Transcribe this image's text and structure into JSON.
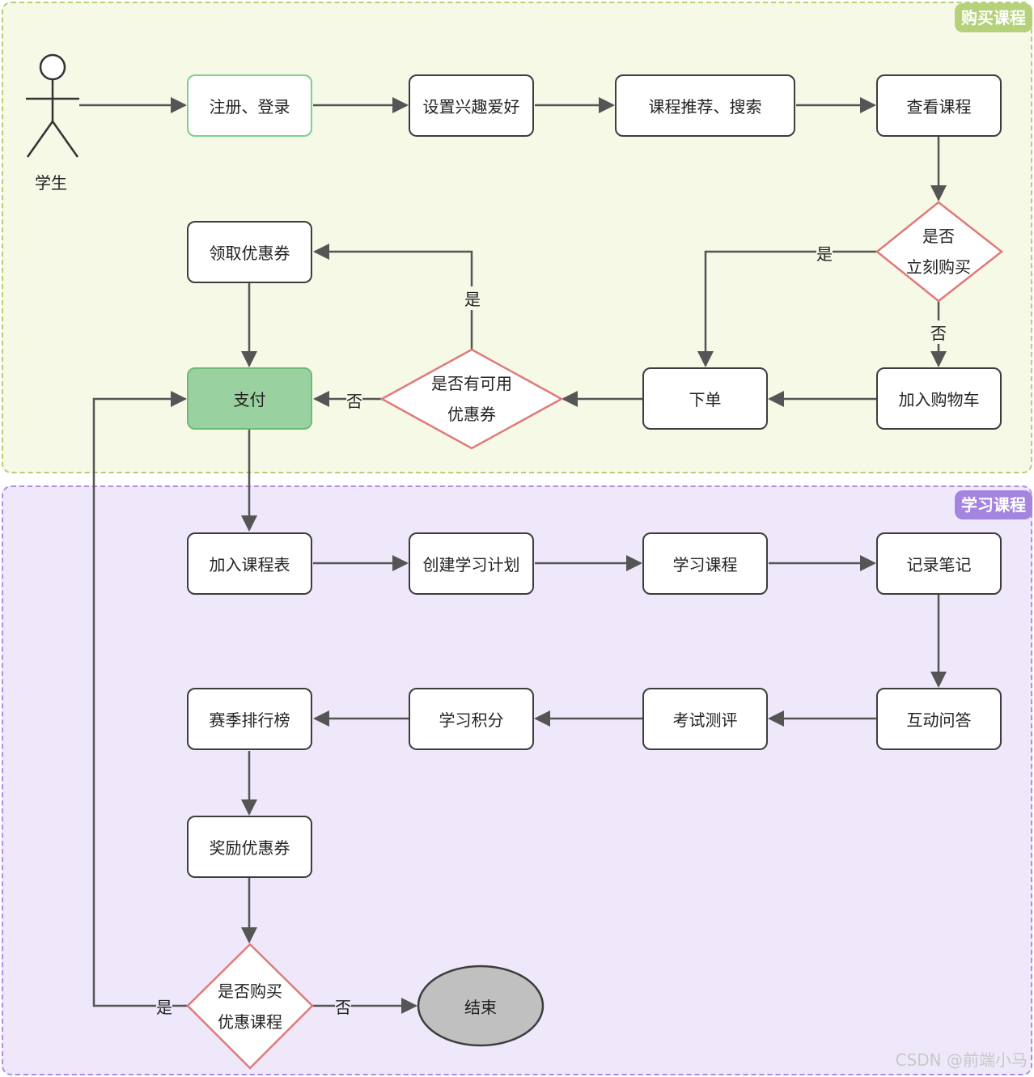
{
  "lanes": {
    "buy": "购买课程",
    "learn": "学习课程"
  },
  "actor": "学生",
  "nodes": {
    "register": "注册、登录",
    "interest": "设置兴趣爱好",
    "recommend": "课程推荐、搜索",
    "view": "查看课程",
    "claim_coupon": "领取优惠券",
    "pay": "支付",
    "order": "下单",
    "add_cart": "加入购物车",
    "add_schedule": "加入课程表",
    "plan": "创建学习计划",
    "study": "学习课程",
    "notes": "记录笔记",
    "ranking": "赛季排行榜",
    "points": "学习积分",
    "exam": "考试测评",
    "qa": "互动问答",
    "reward": "奖励优惠券",
    "end": "结束"
  },
  "decisions": {
    "buy_now": [
      "是否",
      "立刻购买"
    ],
    "coupon": [
      "是否有可用",
      "优惠券"
    ],
    "buy_discount": [
      "是否购买",
      "优惠课程"
    ]
  },
  "edge_labels": {
    "buy_now_yes": "是",
    "buy_now_no": "否",
    "coupon_yes": "是",
    "coupon_no": "否",
    "discount_yes": "是",
    "discount_no": "否"
  },
  "watermark": "CSDN @前端小马"
}
